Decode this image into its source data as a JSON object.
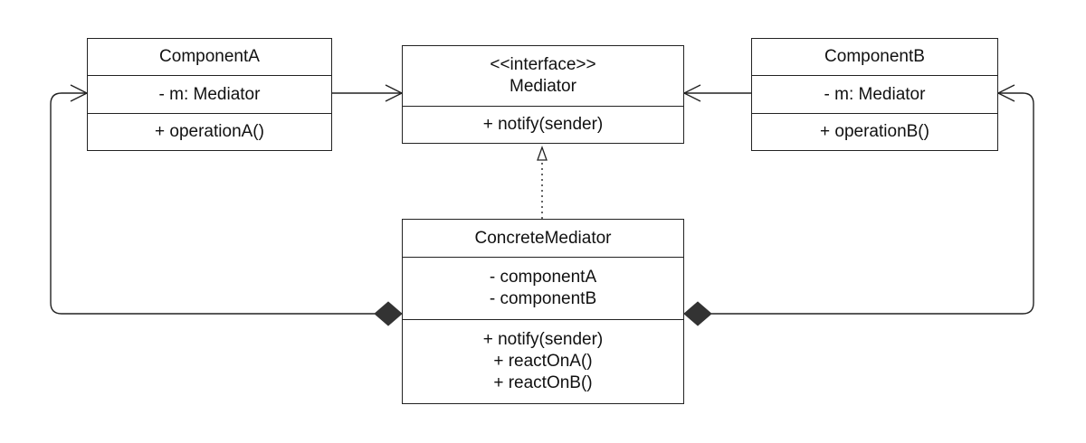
{
  "classes": {
    "componentA": {
      "name": "ComponentA",
      "attributes": [
        "- m: Mediator"
      ],
      "operations": [
        "+ operationA()"
      ]
    },
    "mediator": {
      "stereotype": "<<interface>>",
      "name": "Mediator",
      "operations": [
        "+ notify(sender)"
      ]
    },
    "componentB": {
      "name": "ComponentB",
      "attributes": [
        "- m: Mediator"
      ],
      "operations": [
        "+ operationB()"
      ]
    },
    "concreteMediator": {
      "name": "ConcreteMediator",
      "attributes": [
        "- componentA",
        "- componentB"
      ],
      "operations": [
        "+ notify(sender)",
        "+ reactOnA()",
        "+ reactOnB()"
      ]
    }
  },
  "relations": [
    {
      "type": "association",
      "from": "ComponentA",
      "to": "Mediator"
    },
    {
      "type": "association",
      "from": "ComponentB",
      "to": "Mediator"
    },
    {
      "type": "realization",
      "from": "ConcreteMediator",
      "to": "Mediator"
    },
    {
      "type": "composition",
      "from": "ConcreteMediator",
      "to": "ComponentA"
    },
    {
      "type": "composition",
      "from": "ConcreteMediator",
      "to": "ComponentB"
    }
  ],
  "colors": {
    "line": "#222222",
    "diamond": "#333333",
    "background": "#ffffff"
  }
}
